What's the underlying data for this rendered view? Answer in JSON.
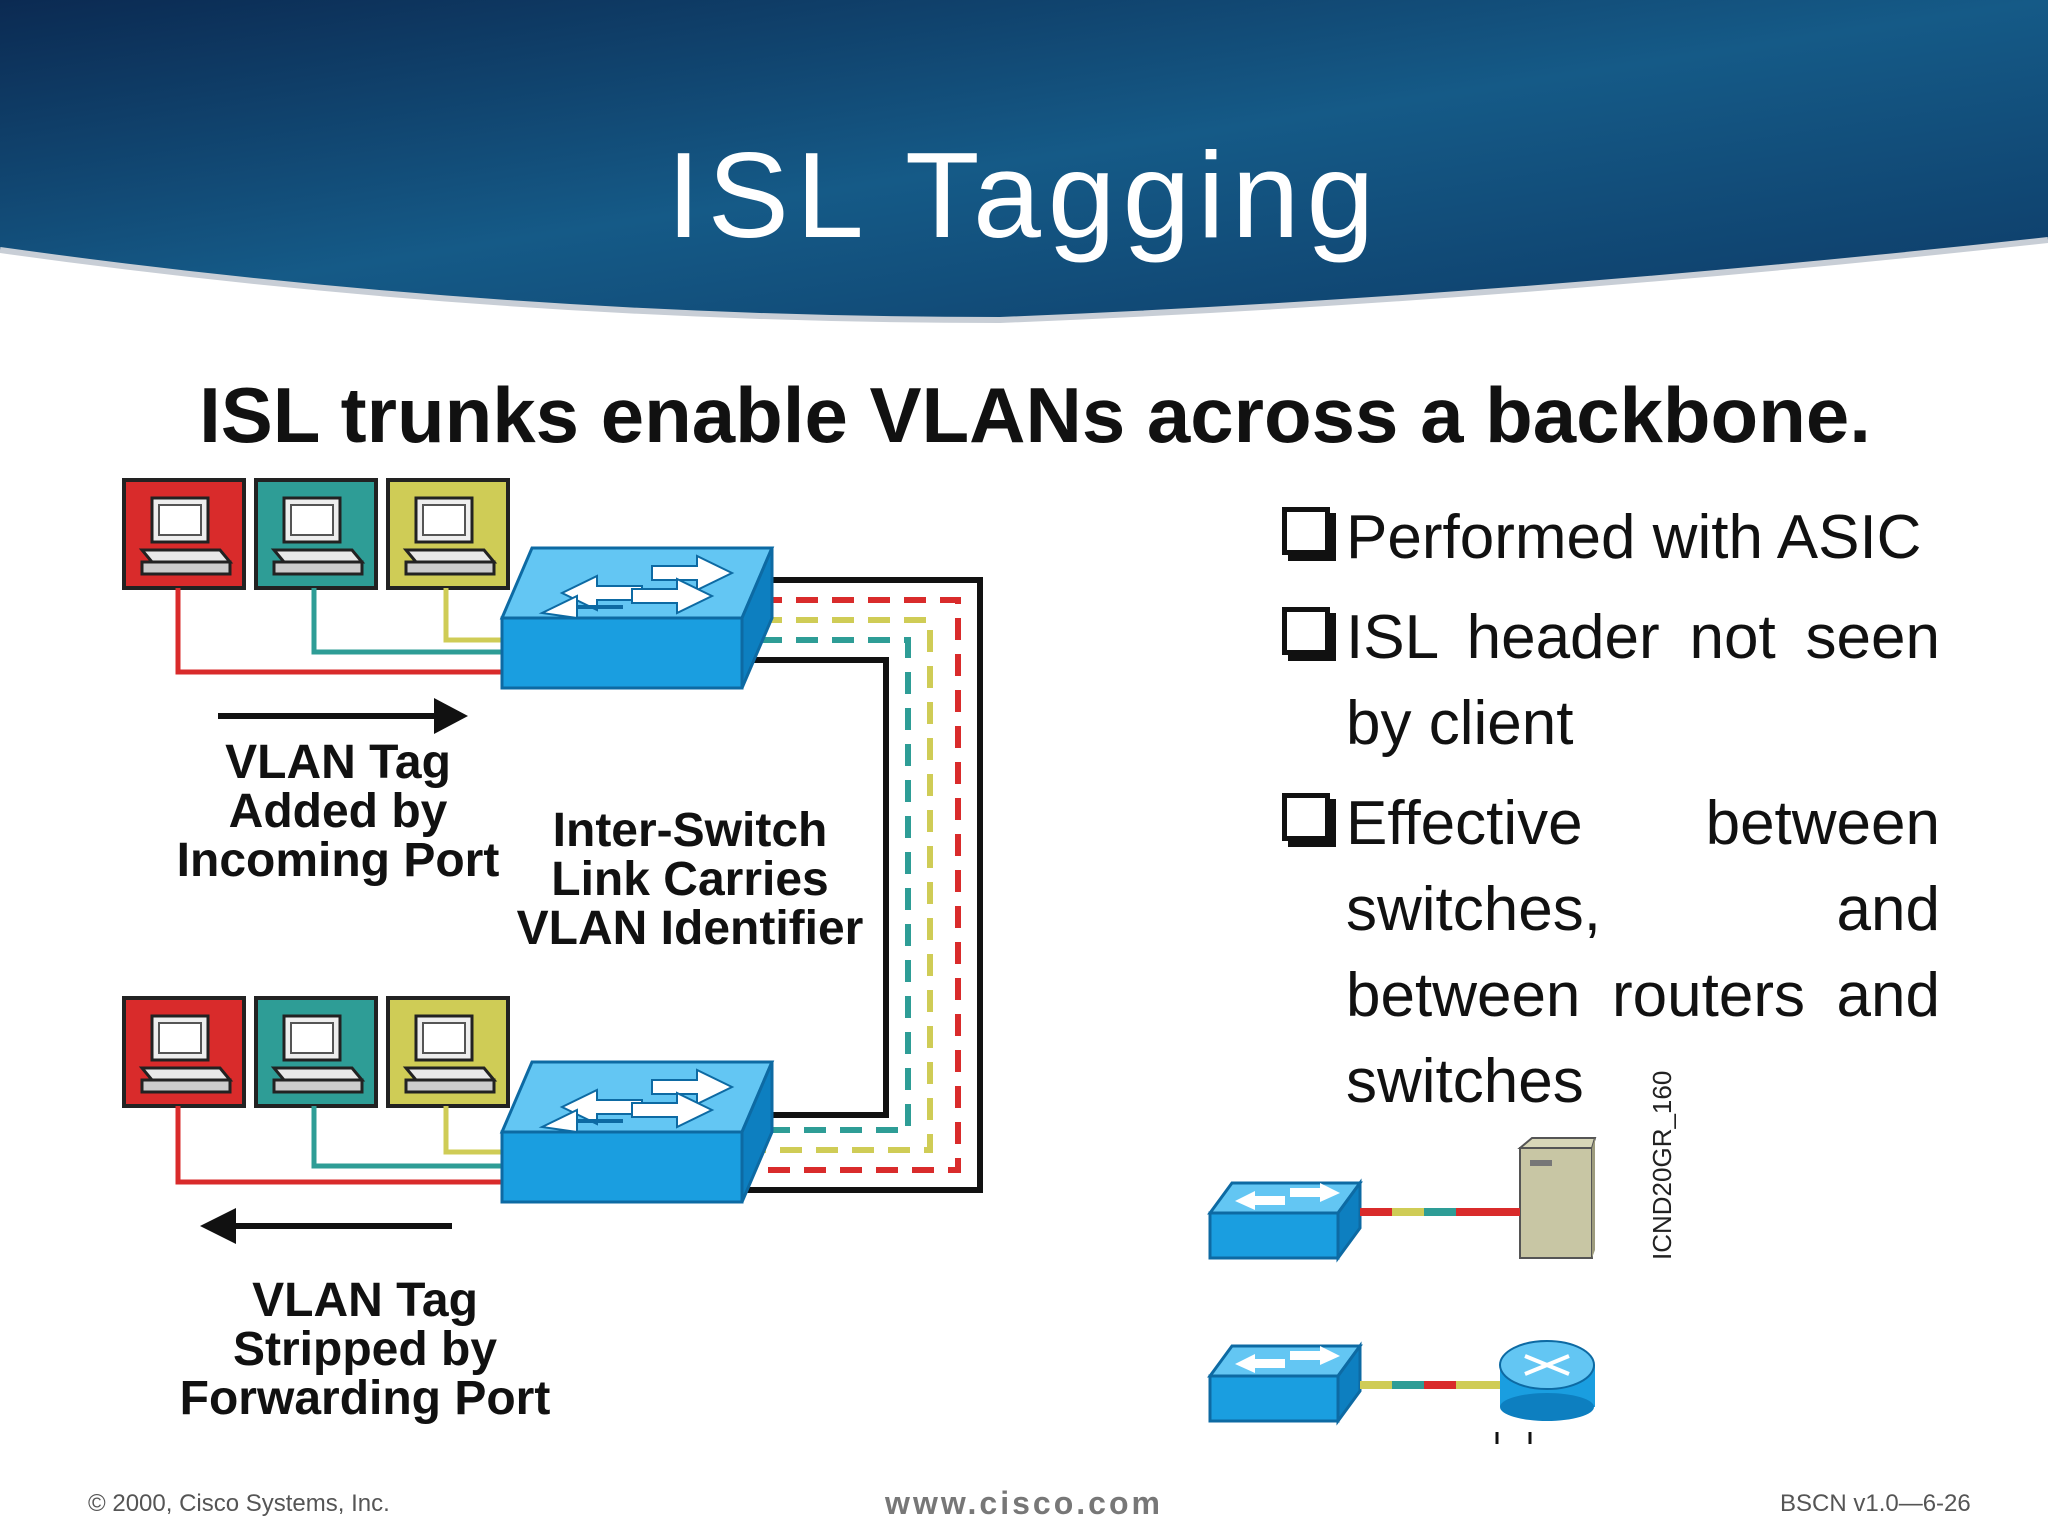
{
  "slide": {
    "title": "ISL Tagging",
    "subtitle": "ISL trunks enable VLANs across a backbone."
  },
  "diagram": {
    "label_added": [
      "VLAN Tag",
      "Added by",
      "Incoming Port"
    ],
    "label_link": [
      "Inter-Switch",
      "Link Carries",
      "VLAN Identifier"
    ],
    "label_stripped": [
      "VLAN Tag",
      "Stripped by",
      "Forwarding Port"
    ],
    "figure_code": "ICND20GR_160",
    "colors": {
      "red": "#d92b2b",
      "teal": "#2e9d96",
      "yellow": "#cfcc56",
      "switch": "#1a9ee0"
    }
  },
  "bullets": [
    "Performed with ASIC",
    "ISL header not seen by client",
    "Effective between switches, and between routers and switches"
  ],
  "footer": {
    "copyright": "© 2000, Cisco Systems, Inc.",
    "url": "www.cisco.com",
    "course": "BSCN v1.0—6-26"
  }
}
